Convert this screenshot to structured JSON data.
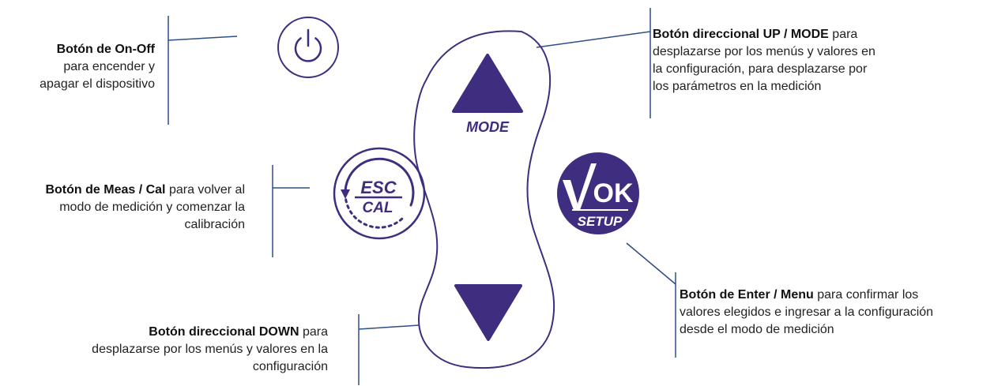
{
  "colors": {
    "accent": "#3f2d7f",
    "line": "#2f4d86",
    "text": "#222222"
  },
  "labels": {
    "onoff": {
      "bold": "Botón de On-Off",
      "line1": " para encender y",
      "line2": "apagar el dispositivo"
    },
    "meas": {
      "bold": "Botón de Meas / Cal",
      "line1": " para volver al",
      "line2": "modo de medición y comenzar la",
      "line3": "calibración"
    },
    "down": {
      "bold": "Botón direccional DOWN",
      "line1": " para",
      "line2": "desplazarse por los menús y valores en la",
      "line3": "configuración"
    },
    "up": {
      "bold": "Botón direccional UP / MODE",
      "line1": " para",
      "line2": "desplazarse por los menús y valores en",
      "line3": "la configuración, para desplazarse por",
      "line4": "los parámetros en la medición"
    },
    "enter": {
      "bold": "Botón de Enter / Menu",
      "line1": " para confirmar los",
      "line2": "valores elegidos e ingresar a la configuración",
      "line3": "desde el modo de medición"
    }
  },
  "buttons": {
    "mode_text": "MODE",
    "esc_text": "ESC",
    "cal_text": "CAL",
    "ok_text": "OK",
    "setup_text": "SETUP"
  },
  "icons": [
    "power-icon",
    "arrow-up-icon",
    "arrow-down-icon",
    "esc-cal-icon",
    "ok-setup-icon"
  ]
}
